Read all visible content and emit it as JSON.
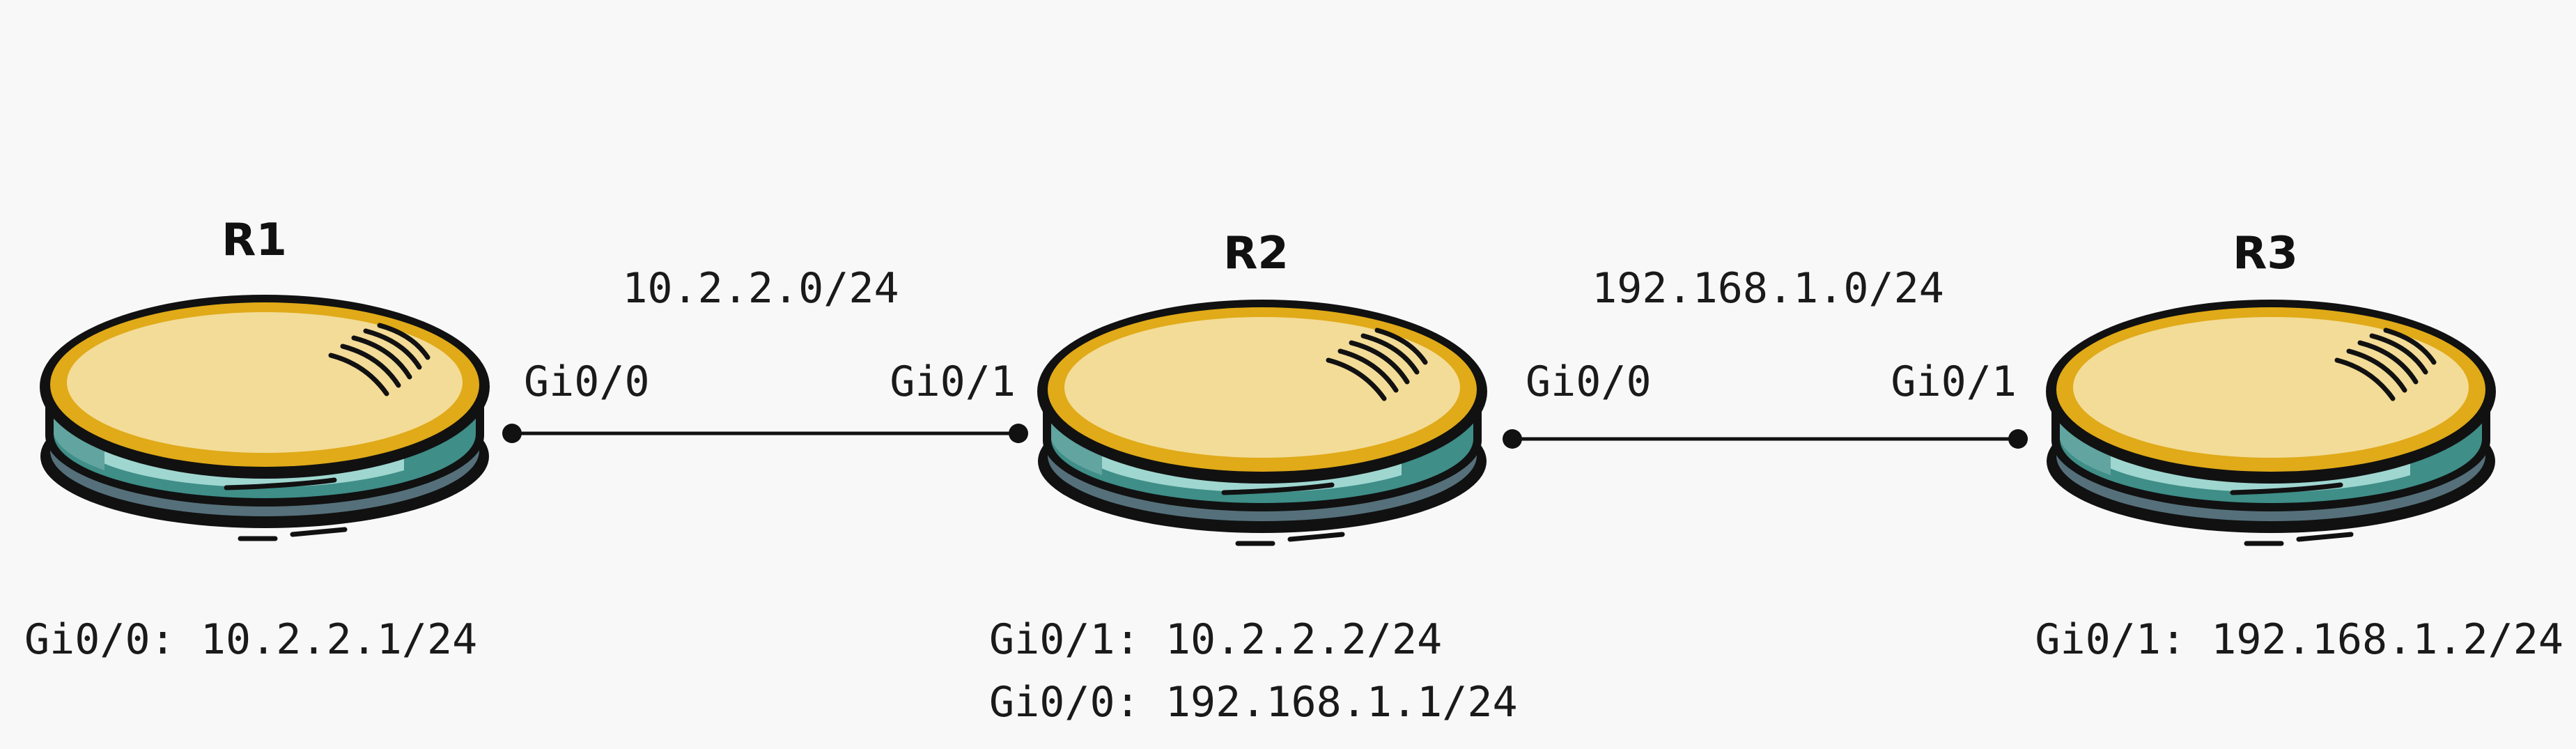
{
  "colors": {
    "background": "#f8f8f8",
    "router_top": "#f3dc97",
    "router_rim": "#e0aa18",
    "router_body_dark": "#3f8e88",
    "router_body_light": "#9fd6d0",
    "router_base": "#55707a",
    "outline": "#111111"
  },
  "routers": [
    {
      "name": "R1",
      "icon": "router-icon",
      "addresses": [
        "Gi0/0: 10.2.2.1/24"
      ]
    },
    {
      "name": "R2",
      "icon": "router-icon",
      "addresses": [
        "Gi0/1: 10.2.2.2/24",
        "Gi0/0: 192.168.1.1/24"
      ]
    },
    {
      "name": "R3",
      "icon": "router-icon",
      "addresses": [
        "Gi0/1: 192.168.1.2/24"
      ]
    }
  ],
  "links": [
    {
      "subnet": "10.2.2.0/24",
      "from": "R1",
      "from_interface": "Gi0/0",
      "to": "R2",
      "to_interface": "Gi0/1"
    },
    {
      "subnet": "192.168.1.0/24",
      "from": "R2",
      "from_interface": "Gi0/0",
      "to": "R3",
      "to_interface": "Gi0/1"
    }
  ]
}
